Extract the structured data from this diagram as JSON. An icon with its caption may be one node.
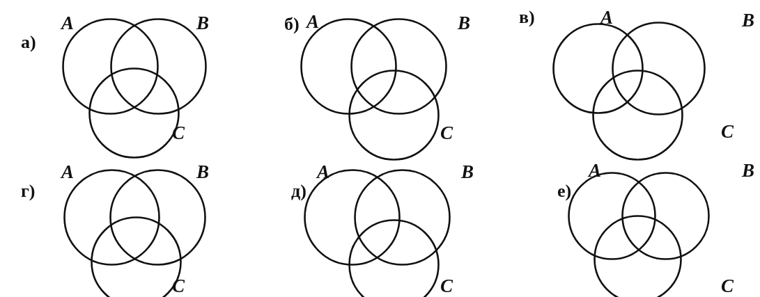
{
  "diagram": {
    "nodes": [
      {
        "text": [
          "A"
        ]
      },
      {
        "text": [
          "B"
        ]
      },
      {
        "text": [
          "C"
        ]
      },
      {
        "text": [
          "A"
        ]
      },
      {
        "text": [
          "B"
        ]
      },
      {
        "text": [
          "C"
        ]
      },
      {
        "text": [
          "A"
        ]
      },
      {
        "text": [
          "B"
        ]
      },
      {
        "text": [
          "C"
        ]
      },
      {
        "text": [
          "A"
        ]
      },
      {
        "text": [
          "B"
        ]
      },
      {
        "text": [
          "C"
        ]
      },
      {
        "text": [
          "A"
        ]
      },
      {
        "text": [
          "B"
        ]
      },
      {
        "text": [
          "C"
        ]
      },
      {
        "text": [
          "A"
        ]
      },
      {
        "text": [
          "B"
        ]
      },
      {
        "text": [
          "C"
        ]
      }
    ],
    "edges": [],
    "labels": [
      "а)",
      "б)",
      "в)",
      "г)",
      "д)",
      "е)"
    ]
  }
}
